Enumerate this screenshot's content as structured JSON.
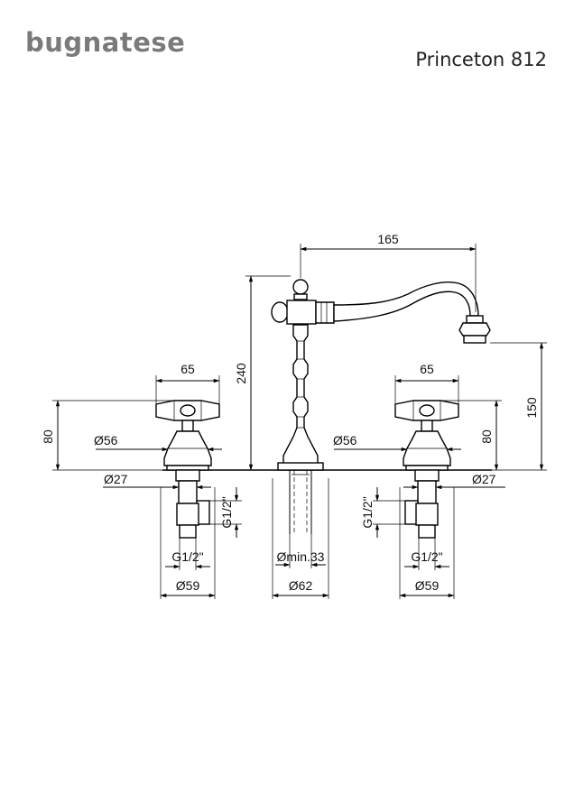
{
  "logo": {
    "text": "bugnatese"
  },
  "title": "Princeton 812",
  "dimensions": {
    "spout_reach": "165",
    "height_total": "240",
    "height_spout": "150",
    "left_handle_width": "65",
    "right_handle_width": "65",
    "left_handle_height": "80",
    "right_handle_height": "80",
    "left_flange": "Ø56",
    "right_flange": "Ø56",
    "left_shank": "Ø27",
    "right_shank": "Ø27",
    "left_side_thread": "G1/2\"",
    "right_side_thread": "G1/2\"",
    "left_bottom_thread": "G1/2\"",
    "right_bottom_thread": "G1/2\"",
    "left_base": "Ø59",
    "right_base": "Ø59",
    "center_hole": "Ømin.33",
    "center_base": "Ø62"
  }
}
